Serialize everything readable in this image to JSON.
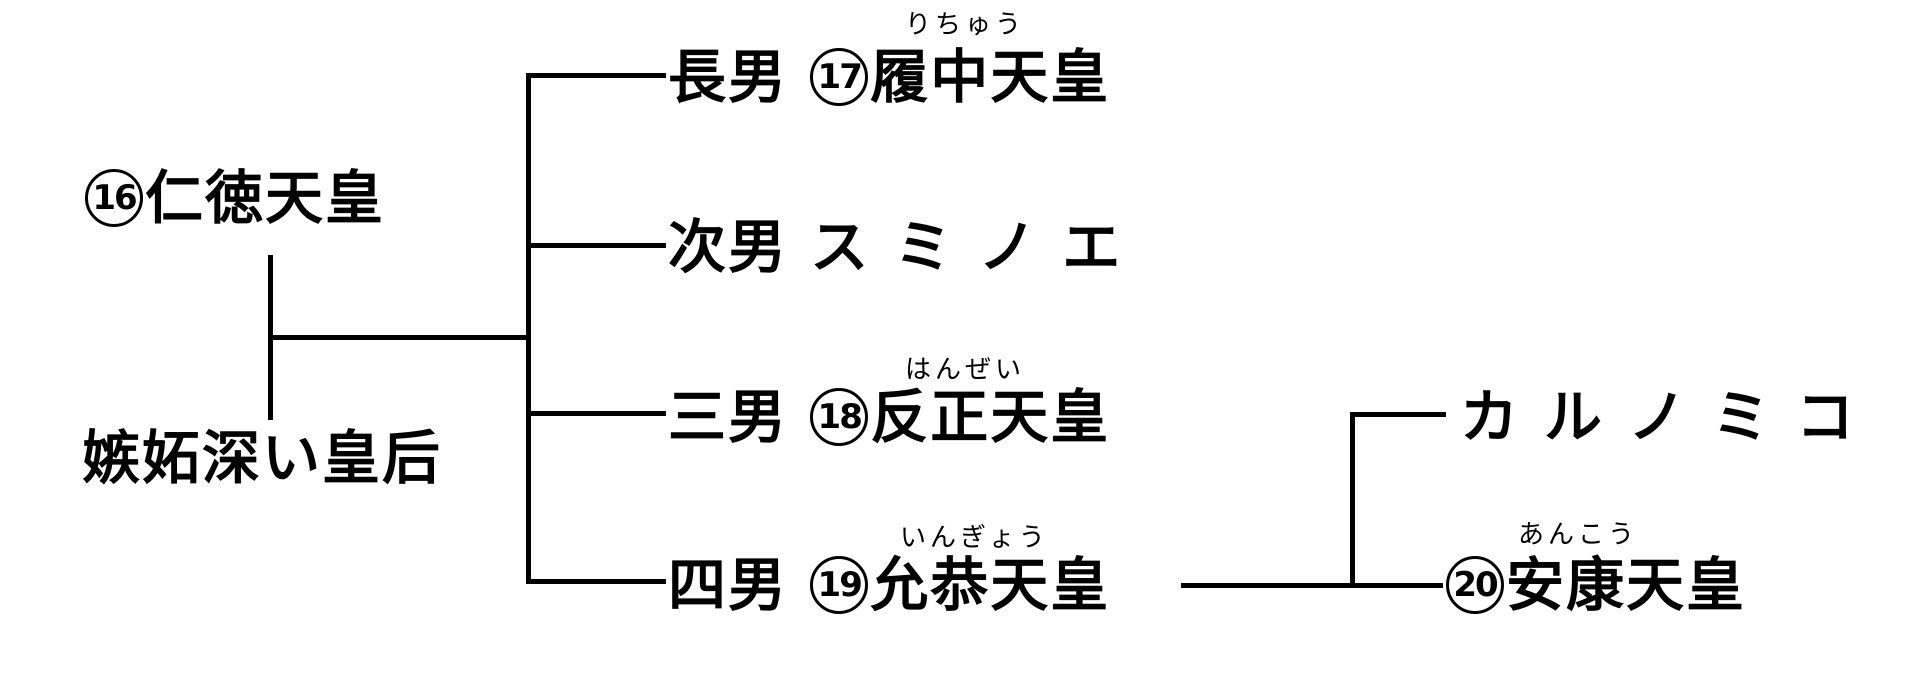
{
  "diagram": {
    "type": "family-tree",
    "line_color": "#000000",
    "background": "#ffffff",
    "root": {
      "emperor": {
        "number": "16",
        "name": "仁徳天皇"
      },
      "spouse": {
        "name": "嫉妬深い皇后"
      }
    },
    "children": [
      {
        "order": "長男",
        "number": "17",
        "name": "履中天皇",
        "reading": "りちゅう"
      },
      {
        "order": "次男",
        "name": "スミノエ"
      },
      {
        "order": "三男",
        "number": "18",
        "name": "反正天皇",
        "reading": "はんぜい"
      },
      {
        "order": "四男",
        "number": "19",
        "name": "允恭天皇",
        "reading": "いんぎょう"
      }
    ],
    "grandchildren": [
      {
        "name": "カルノミコ"
      },
      {
        "number": "20",
        "name": "安康天皇",
        "reading": "あんこう"
      }
    ]
  }
}
